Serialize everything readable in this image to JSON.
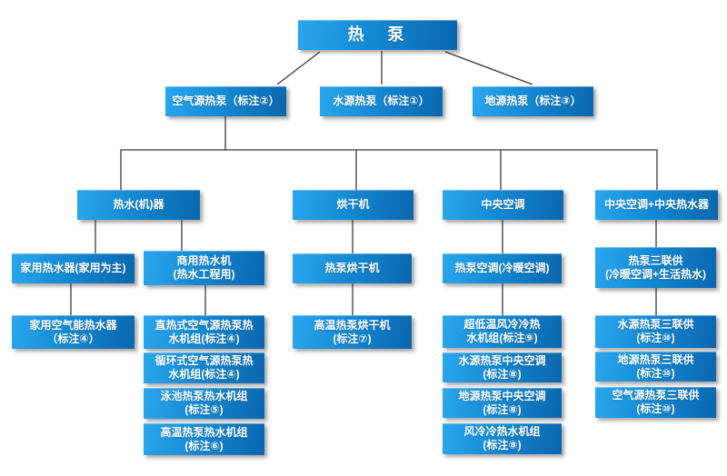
{
  "diagram_title": "热　泵",
  "colors": {
    "box_gradient_left": "#2aa7ee",
    "box_gradient_mid": "#148ad4",
    "box_gradient_right": "#0a66ae",
    "box_text": "#ffffff",
    "connector": "#3a3a3a",
    "background": "#ffffff"
  },
  "nodes": {
    "hp": {
      "label": "热　泵"
    },
    "air_source": {
      "label": "空气源热泵（标注②）"
    },
    "water_source": {
      "label": "水源热泵（标注①）"
    },
    "ground_source": {
      "label": "地源热泵（标注③）"
    },
    "water_heater": {
      "label": "热水(机)器"
    },
    "dryer": {
      "label": "烘干机"
    },
    "central_ac": {
      "label": "中央空调"
    },
    "central_ac_wh": {
      "label": "中央空调+中央热水器"
    },
    "domestic_wh": {
      "label": "家用热水器(家用为主)"
    },
    "commercial_wh": {
      "line1": "商用热水机",
      "line2": "(热水工程用)"
    },
    "hp_dryer": {
      "label": "热泵烘干机"
    },
    "hp_ac": {
      "label": "热泵空调(冷暖空调)"
    },
    "hp_trigen": {
      "line1": "热泵三联供",
      "line2": "(冷暖空调+生活热水)"
    },
    "domestic_air_wh": {
      "line1": "家用空气能热水器",
      "line2": "（标注④）"
    },
    "direct_heat": {
      "line1": "直热式空气源热泵热",
      "line2": "水机组(标注④)"
    },
    "circulating": {
      "line1": "循环式空气源热泵热",
      "line2": "水机组(标注④)"
    },
    "pool": {
      "line1": "泳池热泵热水机组",
      "line2": "(标注⑤)"
    },
    "high_temp_wh": {
      "line1": "高温热泵热水机组",
      "line2": "(标注⑥)"
    },
    "high_temp_dryer": {
      "line1": "高温热泵烘干机",
      "line2": "(标注⑦)"
    },
    "ultra_low": {
      "line1": "超低温风冷冷热",
      "line2": "水机组(标注⑨)"
    },
    "water_cac": {
      "line1": "水源热泵中央空调",
      "line2": "(标注⑧)"
    },
    "ground_cac": {
      "line1": "地源热泵中央空调",
      "line2": "(标注⑧)"
    },
    "air_cooled": {
      "line1": "风冷冷热水机组",
      "line2": "(标注⑧)"
    },
    "water_trigen": {
      "line1": "水源热泵三联供",
      "line2": "(标注⑩)"
    },
    "ground_trigen": {
      "line1": "地源热泵三联供",
      "line2": "(标注⑩)"
    },
    "air_trigen": {
      "line1": "空气源热泵三联供",
      "line2": "(标注⑩)"
    }
  }
}
